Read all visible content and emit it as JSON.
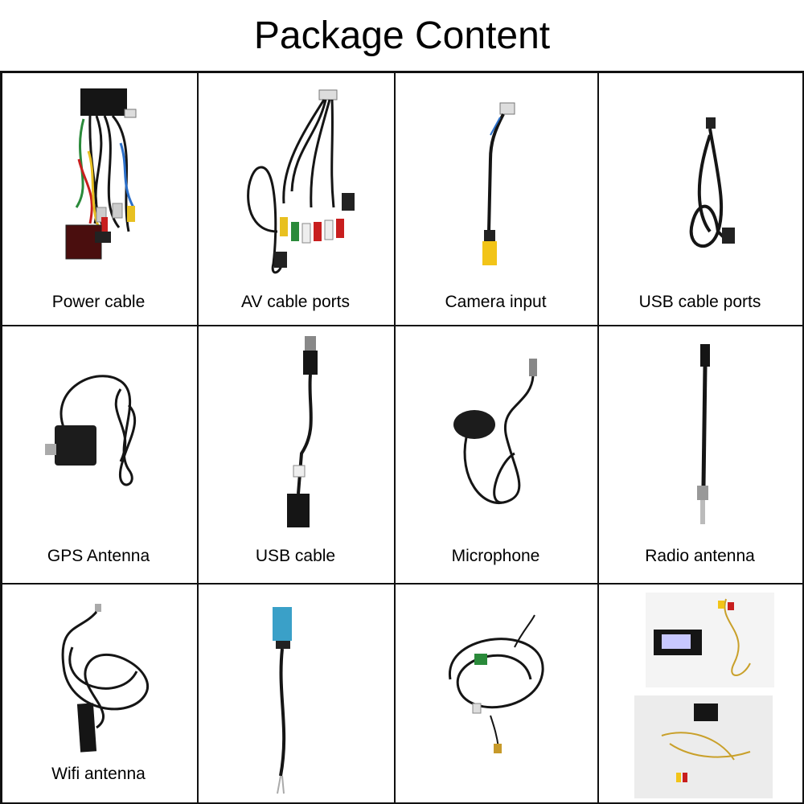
{
  "title": "Package Content",
  "items": [
    {
      "label": "Power cable",
      "icon": "power-cable-icon"
    },
    {
      "label": "AV cable ports",
      "icon": "av-cable-icon"
    },
    {
      "label": "Camera input",
      "icon": "camera-input-icon"
    },
    {
      "label": "USB cable ports",
      "icon": "usb-cable-ports-icon"
    },
    {
      "label": "GPS Antenna",
      "icon": "gps-antenna-icon"
    },
    {
      "label": "USB cable",
      "icon": "usb-cable-icon"
    },
    {
      "label": "Microphone",
      "icon": "microphone-icon"
    },
    {
      "label": "Radio antenna",
      "icon": "radio-antenna-icon"
    },
    {
      "label": "Wifi antenna",
      "icon": "wifi-antenna-icon"
    },
    {
      "label": "",
      "icon": "blue-connector-cable-icon"
    },
    {
      "label": "",
      "icon": "fakra-cable-icon"
    },
    {
      "label": "",
      "icon": "adapter-box-manual-icon"
    }
  ],
  "colors": {
    "border": "#111111",
    "cable": "#151515",
    "yellow": "#f2c418",
    "red": "#c81e1e",
    "white": "#eeeeee",
    "green": "#1f8a3a",
    "blue": "#3aa0c8"
  }
}
